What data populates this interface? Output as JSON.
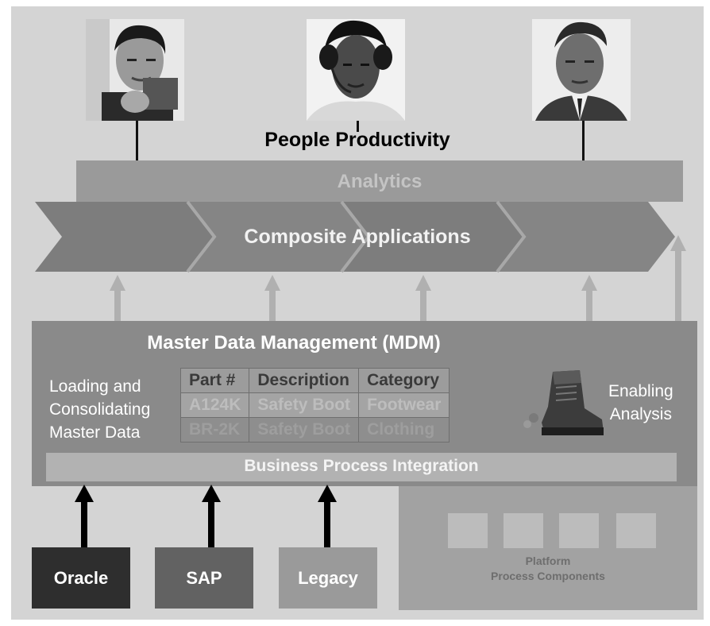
{
  "title": "People Productivity",
  "analytics": "Analytics",
  "composite": "Composite Applications",
  "mdm": {
    "title": "Master Data Management (MDM)",
    "left_text": [
      "Loading and",
      "Consolidating",
      "Master Data"
    ],
    "right_text": [
      "Enabling",
      "Analysis"
    ],
    "table": {
      "headers": [
        "Part #",
        "Description",
        "Category"
      ],
      "rows": [
        [
          "A124K",
          "Safety Boot",
          "Footwear"
        ],
        [
          "BR-2K",
          "Safety Boot",
          "Clothing"
        ]
      ]
    }
  },
  "bpi": "Business Process Integration",
  "platform": {
    "label_line1": "Platform",
    "label_line2": "Process Components"
  },
  "sources": [
    "Oracle",
    "SAP",
    "Legacy"
  ],
  "colors": {
    "background": "#d4d4d4",
    "chevron": "#7d7d7d",
    "mdm_box": "#8a8a8a",
    "oracle": "#2e2e2e",
    "sap": "#626262",
    "legacy": "#9a9a9a"
  }
}
